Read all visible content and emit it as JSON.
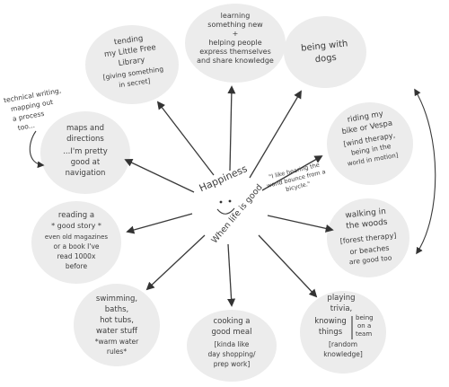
{
  "center": {
    "top_word": "Happiness",
    "bottom_phrase": "When life is good",
    "face": "smiley-face"
  },
  "bubbles": [
    {
      "id": "library",
      "lines": [
        "tending",
        "my Little Free",
        "Library",
        "[giving something",
        "in secret]"
      ]
    },
    {
      "id": "learning",
      "lines": [
        "learning",
        "something new",
        "+",
        "helping people",
        "express themselves",
        "and share knowledge"
      ]
    },
    {
      "id": "dogs",
      "lines": [
        "being with",
        "dogs"
      ]
    },
    {
      "id": "bike",
      "lines": [
        "riding my",
        "bike or Vespa",
        "[wind therapy,",
        "being in the",
        "world in motion]"
      ]
    },
    {
      "id": "maps",
      "lines": [
        "maps and",
        "directions",
        "...I'm pretty",
        "good at",
        "navigation"
      ]
    },
    {
      "id": "reading",
      "lines": [
        "reading a",
        "* good story *",
        "even old magazines",
        "or a book I've",
        "read 1000x",
        "before"
      ]
    },
    {
      "id": "woods",
      "lines": [
        "walking in",
        "the woods",
        "[forest therapy]",
        "or beaches",
        "are good too"
      ]
    },
    {
      "id": "swimming",
      "lines": [
        "swimming,",
        "baths,",
        "hot tubs,",
        "water stuff",
        "*warm water",
        "rules*"
      ]
    },
    {
      "id": "cooking",
      "lines": [
        "cooking a",
        "good meal",
        "[kinda like",
        "day shopping/",
        "prep work]"
      ]
    },
    {
      "id": "trivia",
      "lines": [
        "playing",
        "trivia,",
        "knowing",
        "things",
        "[random",
        "knowledge]"
      ]
    }
  ],
  "annotations": {
    "technical_writing": [
      "technical writing,",
      "mapping out",
      "a process",
      "too..."
    ],
    "wind_quote": [
      "\"I like hearing the",
      "world bounce from a",
      "bicycle.\""
    ],
    "trivia_aside": [
      "being",
      "on a",
      "team"
    ]
  }
}
